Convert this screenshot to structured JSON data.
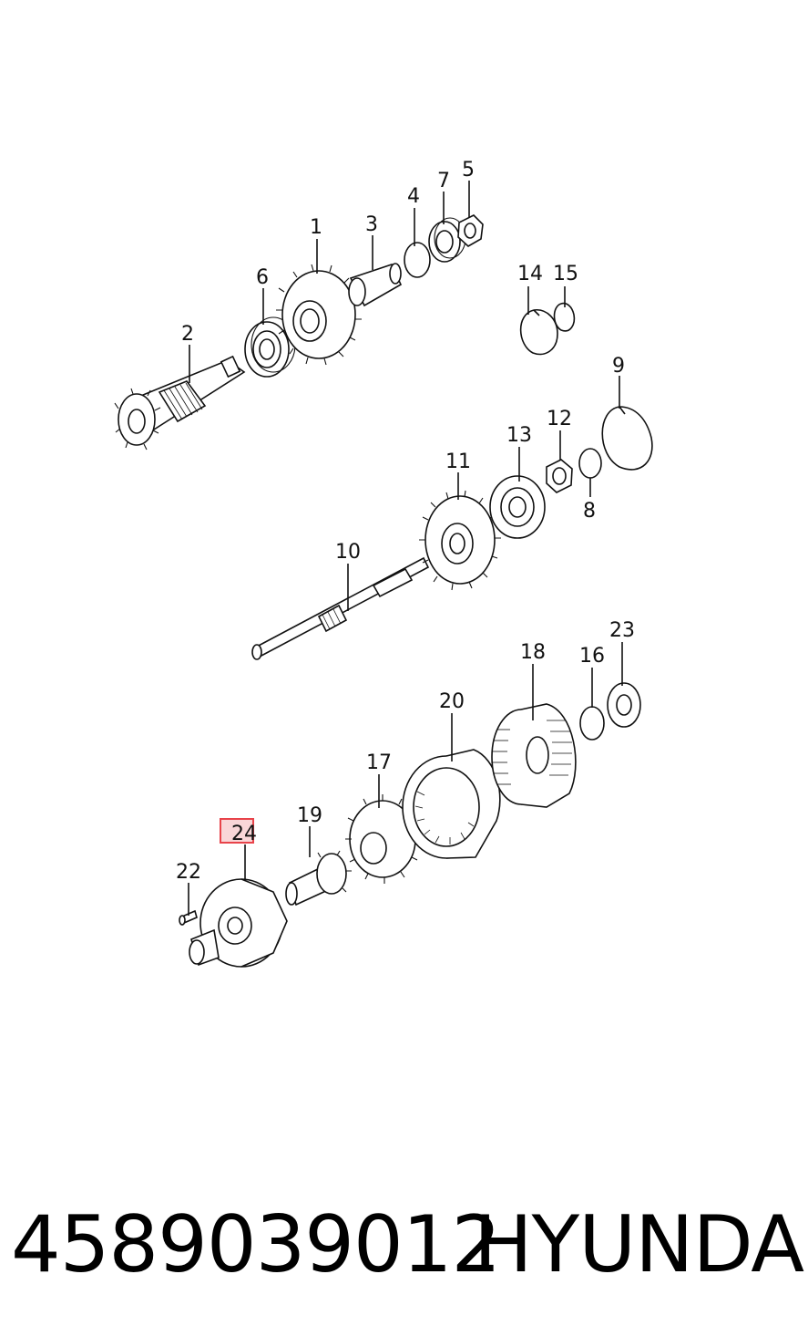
{
  "diagram": {
    "labels": [
      "1",
      "2",
      "3",
      "4",
      "5",
      "6",
      "7",
      "8",
      "9",
      "10",
      "11",
      "12",
      "13",
      "14",
      "15",
      "16",
      "17",
      "18",
      "19",
      "20",
      "22",
      "23",
      "24"
    ],
    "highlighted_label": "24",
    "highlight_color": "#e8434a"
  },
  "footer": {
    "part_number": "4589039012",
    "brand": "HYUNDAI"
  }
}
